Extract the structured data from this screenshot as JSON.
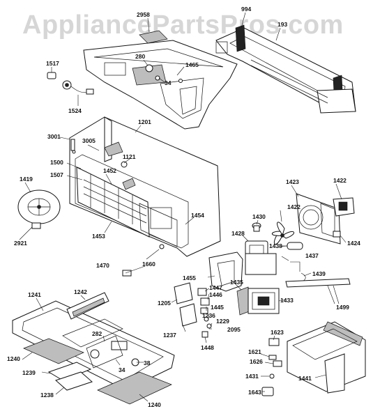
{
  "watermark": "AppliancePartsPros.com",
  "part_labels": [
    "2958",
    "994",
    "193",
    "1517",
    "280",
    "1465",
    "34",
    "1524",
    "3001",
    "3005",
    "1201",
    "1121",
    "1500",
    "1452",
    "1507",
    "1419",
    "2921",
    "1453",
    "1454",
    "1423",
    "1422",
    "1422",
    "1430",
    "1428",
    "1438",
    "1424",
    "1437",
    "1439",
    "1660",
    "1470",
    "1455",
    "1447",
    "1446",
    "1435",
    "1433",
    "1205",
    "1445",
    "1236",
    "1229",
    "2095",
    "1237",
    "1448",
    "1499",
    "1241",
    "1242",
    "282",
    "34",
    "38",
    "1240",
    "1239",
    "1238",
    "1240",
    "1623",
    "1621",
    "1626",
    "1431",
    "1643",
    "1441"
  ]
}
